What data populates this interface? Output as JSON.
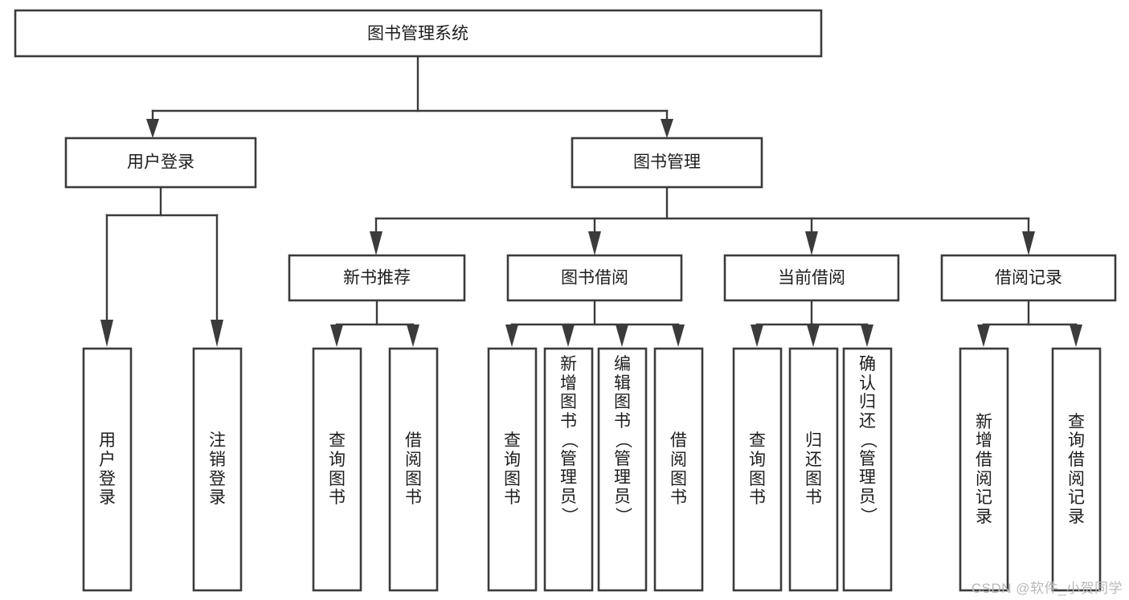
{
  "diagram": {
    "title": "图书管理系统",
    "type": "hierarchy-tree",
    "watermark": "CSDN @软件_小贺同学",
    "colors": {
      "stroke": "#3b3b3b",
      "fill": "#ffffff",
      "text": "#1d1d1d",
      "watermark": "#b9b9b9"
    },
    "root": {
      "label": "图书管理系统"
    },
    "level2": [
      {
        "label": "用户登录"
      },
      {
        "label": "图书管理"
      }
    ],
    "level3": [
      {
        "label": "新书推荐"
      },
      {
        "label": "图书借阅"
      },
      {
        "label": "当前借阅"
      },
      {
        "label": "借阅记录"
      }
    ],
    "leaves": {
      "user_login": [
        {
          "label": "用户登录"
        },
        {
          "label": "注销登录"
        }
      ],
      "new_book_recommend": [
        {
          "label": "查询图书"
        },
        {
          "label": "借阅图书"
        }
      ],
      "book_borrow": [
        {
          "label": "查询图书"
        },
        {
          "label": "新增图书（管理员）"
        },
        {
          "label": "编辑图书（管理员）"
        },
        {
          "label": "借阅图书"
        }
      ],
      "current_borrow": [
        {
          "label": "查询图书"
        },
        {
          "label": "归还图书"
        },
        {
          "label": "确认归还（管理员）"
        }
      ],
      "borrow_record": [
        {
          "label": "新增借阅记录"
        },
        {
          "label": "查询借阅记录"
        }
      ]
    }
  }
}
